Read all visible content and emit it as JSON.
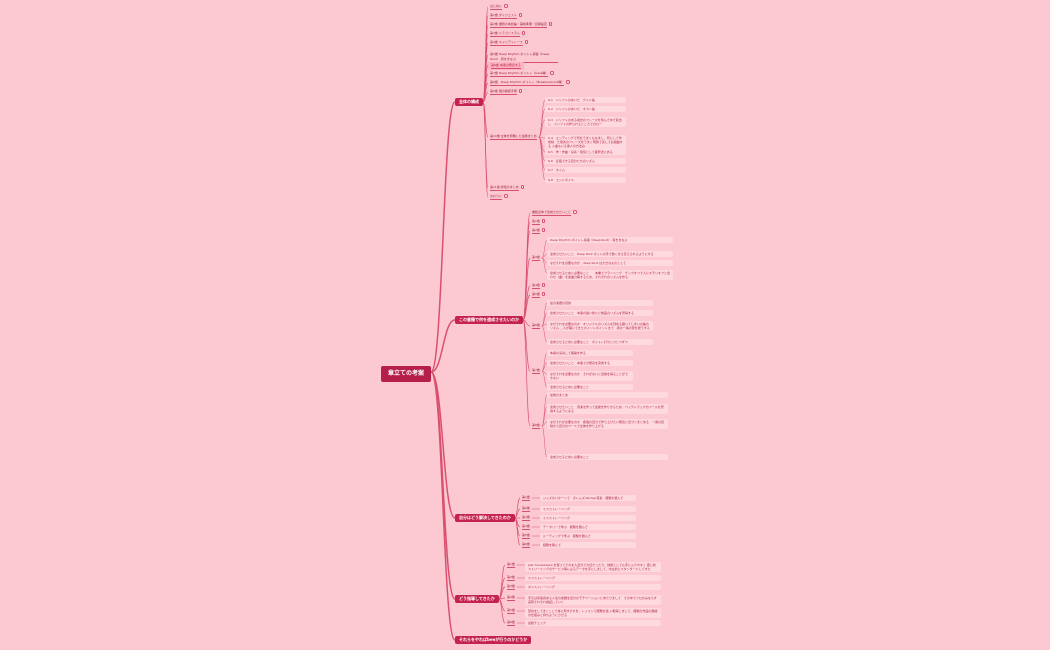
{
  "colors": {
    "background": "#fcc9d2",
    "root": "#b51f4a",
    "main": "#c4224f",
    "link": "#d9506f"
  },
  "root": {
    "label": "章立ての考案"
  },
  "branches": [
    {
      "label": "全体の構成",
      "children": [
        {
          "label": "はじめに",
          "badge": true
        },
        {
          "label": "第1章 ダイジェスト",
          "badge": true
        },
        {
          "label": "第2章 課題の本質論・事前準備・目標設定",
          "badge": true
        },
        {
          "label": "第3章 ドラゴンスラム",
          "badge": true
        },
        {
          "label": "第4章 キャリアトレース",
          "badge": true
        },
        {
          "label": "第5章 Deep Rhythm ボイトレ基礎（Deep Root）-音をまなぶ",
          "badge": true,
          "wide": true
        },
        {
          "label": "第6章 本番の発表する",
          "badge": false,
          "hl": true
        },
        {
          "label": "第7章 Deep Rhythm ボイトレ（bass種）",
          "badge": true
        },
        {
          "label": "第8章　Deep Rhythm ボイトレ（Breaker/Grind種）",
          "badge": true
        },
        {
          "label": "第9章 個の確認手順",
          "badge": true
        },
        {
          "label": "第10章 全体を俯瞰した最終まとめ",
          "badge": false,
          "items": [
            "6-1　ドリフトのあいだ　グイド編",
            "6-2　ドリフトのあいだ　オカン編",
            "6-3　ドリフトのある場合のフレーズを刻んで中で音出し　ドリフトの作られるところでのロー",
            "6-4　エンディングで何をうまくもなまし、何にして作成線　た間奏のフレーズをうまく現象で表してお組曲する 人曲もいる素人の方法み",
            "6-5　作・作曲・演奏・環境として練習法にある",
            "6-6　反復できる自分たちのリズム",
            "6-7　タイム",
            "6-8　エンドボイス"
          ]
        },
        {
          "label": "第11章 総括のまとめ",
          "badge": true
        },
        {
          "label": "おわりに",
          "badge": true
        }
      ]
    },
    {
      "label": "この書籍で何を達成させたいのか",
      "children": [
        {
          "label": "書籍全体で達成させたいこと",
          "badge": true
        },
        {
          "label": "第1章",
          "badge": true
        },
        {
          "label": "第2章",
          "badge": true
        },
        {
          "label": "第3章",
          "badge": false,
          "items": [
            "Deep Rhythm ボイトレ基礎（Deep Root）-音をまなぶ",
            "達成させたいこと　Deep Root ボットの手で動くまる覚えられるようにする",
            "なぜそれを必要なのか　deep Root は大きなものとして",
            "達成させるために必要なこと　　本書でプランニング　ゲックオフで人にキモリオフと合わせ（曲）を楽曲分解するため、それぞれのリズムを作る"
          ]
        },
        {
          "label": "第4章",
          "badge": true
        },
        {
          "label": "第5章",
          "badge": true
        },
        {
          "label": "第6章",
          "badge": false,
          "items": [
            "最の楽器の目的",
            "達成させたいこと　本番の強い新たに動画のリズムを習得する",
            "なぜそれを必要なのか　オリジナルのリズムを刻める聴いてじまいの曲のリズム ＿人が聴いてきたポイントポイントまで　者の一番の意を磨うする",
            "達成させるために必要なこと　ボイトレ打ちとひとつずつ"
          ]
        },
        {
          "label": "第7章",
          "badge": false,
          "items": [
            "本番の演奏して展開を作る",
            "達成させたいこと　本番での発表を完成する",
            "なぜそれを必要なのか　それがないと自信を得ることができない",
            "達成させるために必要なこと"
          ]
        },
        {
          "label": "第8章",
          "badge": false,
          "items": [
            "最後のまとめ",
            "達成させたいこと　音楽を作って最後を作りきるため、バックトラックのツールを習得するようになる",
            "なぜそれが必要なのか　各個の自分で作り上げたい発表に近づくまとめる　一番の目線から自分のペースで全体を作り上げる",
            "達成させるために必要なこと"
          ]
        }
      ]
    },
    {
      "label": "自分はどう解決してきたのか",
      "children": [
        {
          "label": "第1章",
          "items": [
            "ジャズのパターンで　ボトムズ/Vertigo音楽　経験を積んで"
          ]
        },
        {
          "label": "第2章",
          "items": [
            "ミスストレーニング"
          ]
        },
        {
          "label": "第3章",
          "items": [
            "ミスストレーニング"
          ]
        },
        {
          "label": "第4章",
          "items": [
            "データリーで学ぶ　経験を積んで"
          ]
        },
        {
          "label": "第5章",
          "items": [
            "ルーティングで学ぶ　経験を積んで"
          ]
        },
        {
          "label": "第6章",
          "items": [
            "経験を積んで"
          ]
        }
      ]
    },
    {
      "label": "どう指導してきたか",
      "children": [
        {
          "label": "第1章",
          "items": [
            "Jazz Somewhere を使ってそれを人自分で大切だったり、技術としても手に入りやすく 更に新ストリーミングのサービス等によるデータを手にしまして、中立的にスタンダードしてきた"
          ]
        },
        {
          "label": "第2章",
          "items": [
            "ミスストレーニング"
          ]
        },
        {
          "label": "第3章",
          "items": [
            "ボイストレーニング"
          ]
        },
        {
          "label": "第4章",
          "items": [
            "手元は音楽感ある人達の楽器を自分のモチベーションにあたりまして　その中でプロのみならず実際それぞれ検証していく"
          ]
        },
        {
          "label": "第5章",
          "items": [
            "環境をしてまくことで楽に刺すそれを、レッスンで経験を強 い取得しまして、経験の作品の展開の仕組みと持ちようにさせる"
          ]
        },
        {
          "label": "第6章",
          "items": [
            "最終チェック"
          ]
        }
      ]
    },
    {
      "label": "それらをやればbeeが行うのかどうか",
      "children": []
    }
  ]
}
